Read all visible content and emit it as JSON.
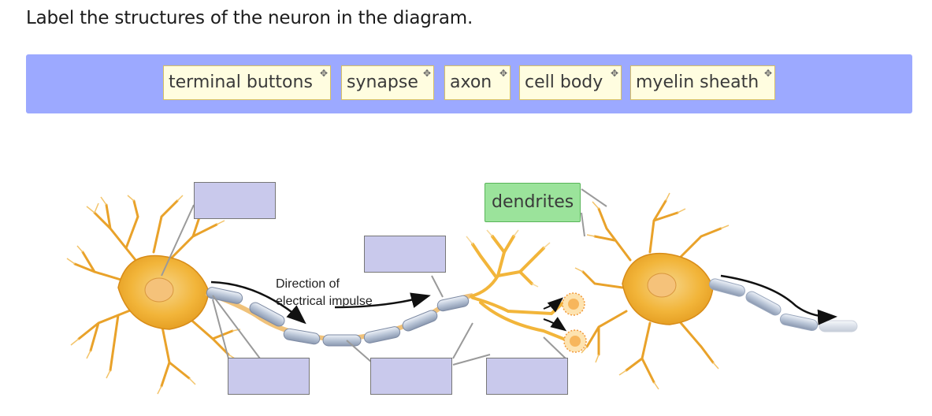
{
  "question": "Label the structures of the neuron in the diagram.",
  "word_bank": [
    {
      "label": "terminal buttons"
    },
    {
      "label": "synapse"
    },
    {
      "label": "axon"
    },
    {
      "label": "cell body"
    },
    {
      "label": "myelin sheath"
    }
  ],
  "move_glyph": "✥",
  "placed_label": "dendrites",
  "diagram_caption": [
    "Direction of",
    "electrical impulse"
  ],
  "colors": {
    "bank_bg": "#9ca9ff",
    "chip_bg": "#fffde0",
    "drop_target": "#c9c9ec",
    "placed_bg": "#9be39b",
    "neuron_body": "#f2b53a",
    "myelin": "#b8c4d6"
  }
}
